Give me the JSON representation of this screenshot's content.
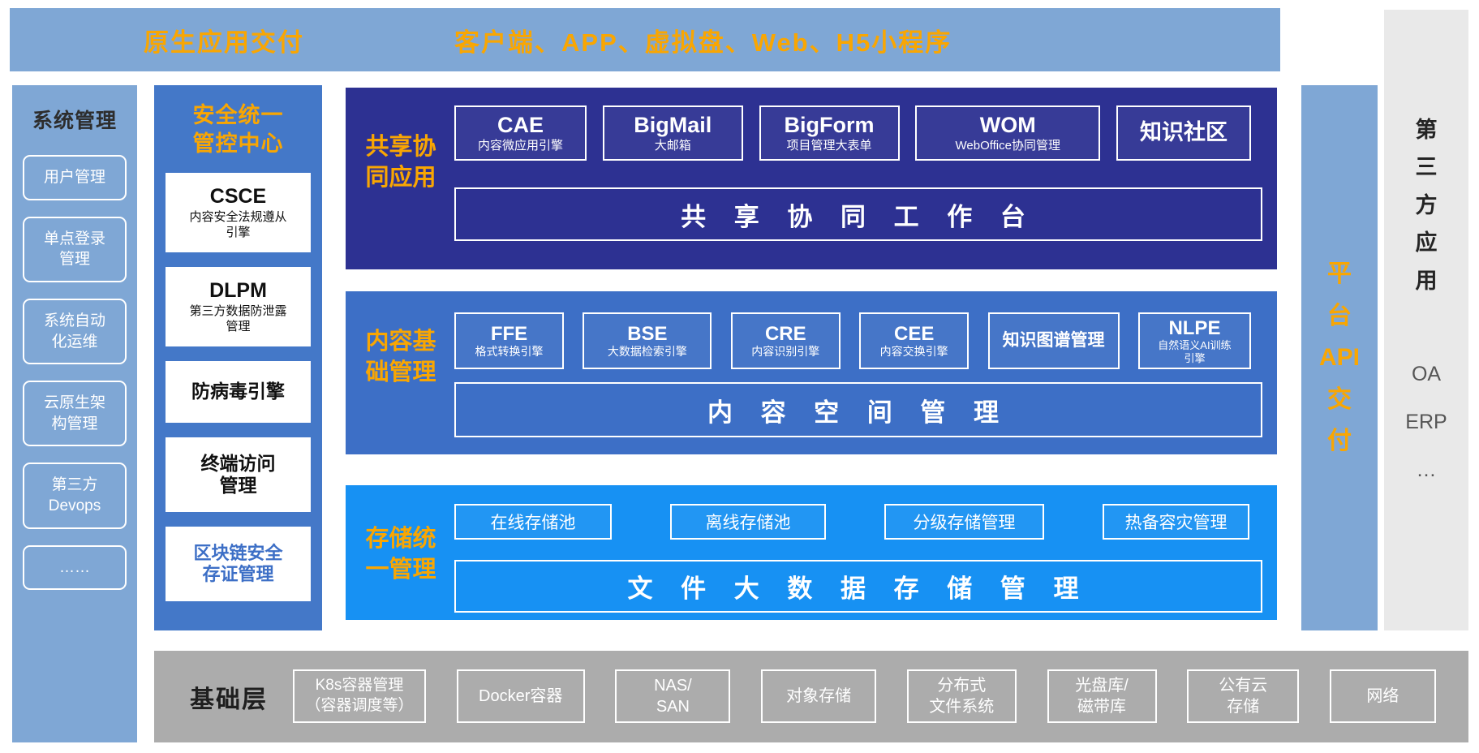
{
  "colors": {
    "light_blue": "#7FA7D5",
    "mid_blue": "#4478C8",
    "navy": "#2D3192",
    "section_blue": "#3D6FC6",
    "bright_blue": "#1791F3",
    "gray_bar": "#ACACAC",
    "light_gray": "#E9E9E9",
    "orange": "#F9A602",
    "white": "#FFFFFF"
  },
  "top_banner": {
    "left_label": "原生应用交付",
    "right_label": "客户端、APP、虚拟盘、Web、H5小程序"
  },
  "system_management": {
    "title": "系统管理",
    "items": [
      "用户管理",
      "单点登录\n管理",
      "系统自动\n化运维",
      "云原生架\n构管理",
      "第三方\nDevops",
      "……"
    ]
  },
  "security_center": {
    "title": "安全统一\n管控中心",
    "boxes": [
      {
        "title": "CSCE",
        "subtitle": "内容安全法规遵从\n引擎"
      },
      {
        "title": "DLPM",
        "subtitle": "第三方数据防泄露\n管理"
      },
      {
        "title": "防病毒引擎",
        "subtitle": ""
      },
      {
        "title": "终端访问\n管理",
        "subtitle": ""
      },
      {
        "title": "区块链安全\n存证管理",
        "subtitle": ""
      }
    ]
  },
  "share_section": {
    "label": "共享协\n同应用",
    "apps": [
      {
        "title": "CAE",
        "subtitle": "内容微应用引擎"
      },
      {
        "title": "BigMail",
        "subtitle": "大邮箱"
      },
      {
        "title": "BigForm",
        "subtitle": "项目管理大表单"
      },
      {
        "title": "WOM",
        "subtitle": "WebOffice协同管理"
      },
      {
        "title": "知识社区",
        "subtitle": ""
      }
    ],
    "workbench": "共 享 协 同 工 作 台"
  },
  "content_section": {
    "label": "内容基\n础管理",
    "apps": [
      {
        "title": "FFE",
        "subtitle": "格式转换引擎"
      },
      {
        "title": "BSE",
        "subtitle": "大数据检索引擎"
      },
      {
        "title": "CRE",
        "subtitle": "内容识别引擎"
      },
      {
        "title": "CEE",
        "subtitle": "内容交换引擎"
      },
      {
        "title": "知识图谱管理",
        "subtitle": ""
      },
      {
        "title": "NLPE",
        "subtitle": "自然语义AI训练\n引擎"
      }
    ],
    "workbench": "内 容 空 间 管 理"
  },
  "storage_section": {
    "label": "存储统\n一管理",
    "apps": [
      "在线存储池",
      "离线存储池",
      "分级存储管理",
      "热备容灾管理"
    ],
    "workbench": "文 件 大 数 据 存 储 管 理"
  },
  "platform_api": {
    "label": "平\n台\nAPI\n交\n付"
  },
  "third_party": {
    "title": "第\n三\n方\n应\n用",
    "items": [
      "OA",
      "ERP",
      "…"
    ]
  },
  "base_layer": {
    "label": "基础层",
    "boxes": [
      "K8s容器管理\n（容器调度等）",
      "Docker容器",
      "NAS/\nSAN",
      "对象存储",
      "分布式\n文件系统",
      "光盘库/\n磁带库",
      "公有云\n存储",
      "网络"
    ]
  }
}
